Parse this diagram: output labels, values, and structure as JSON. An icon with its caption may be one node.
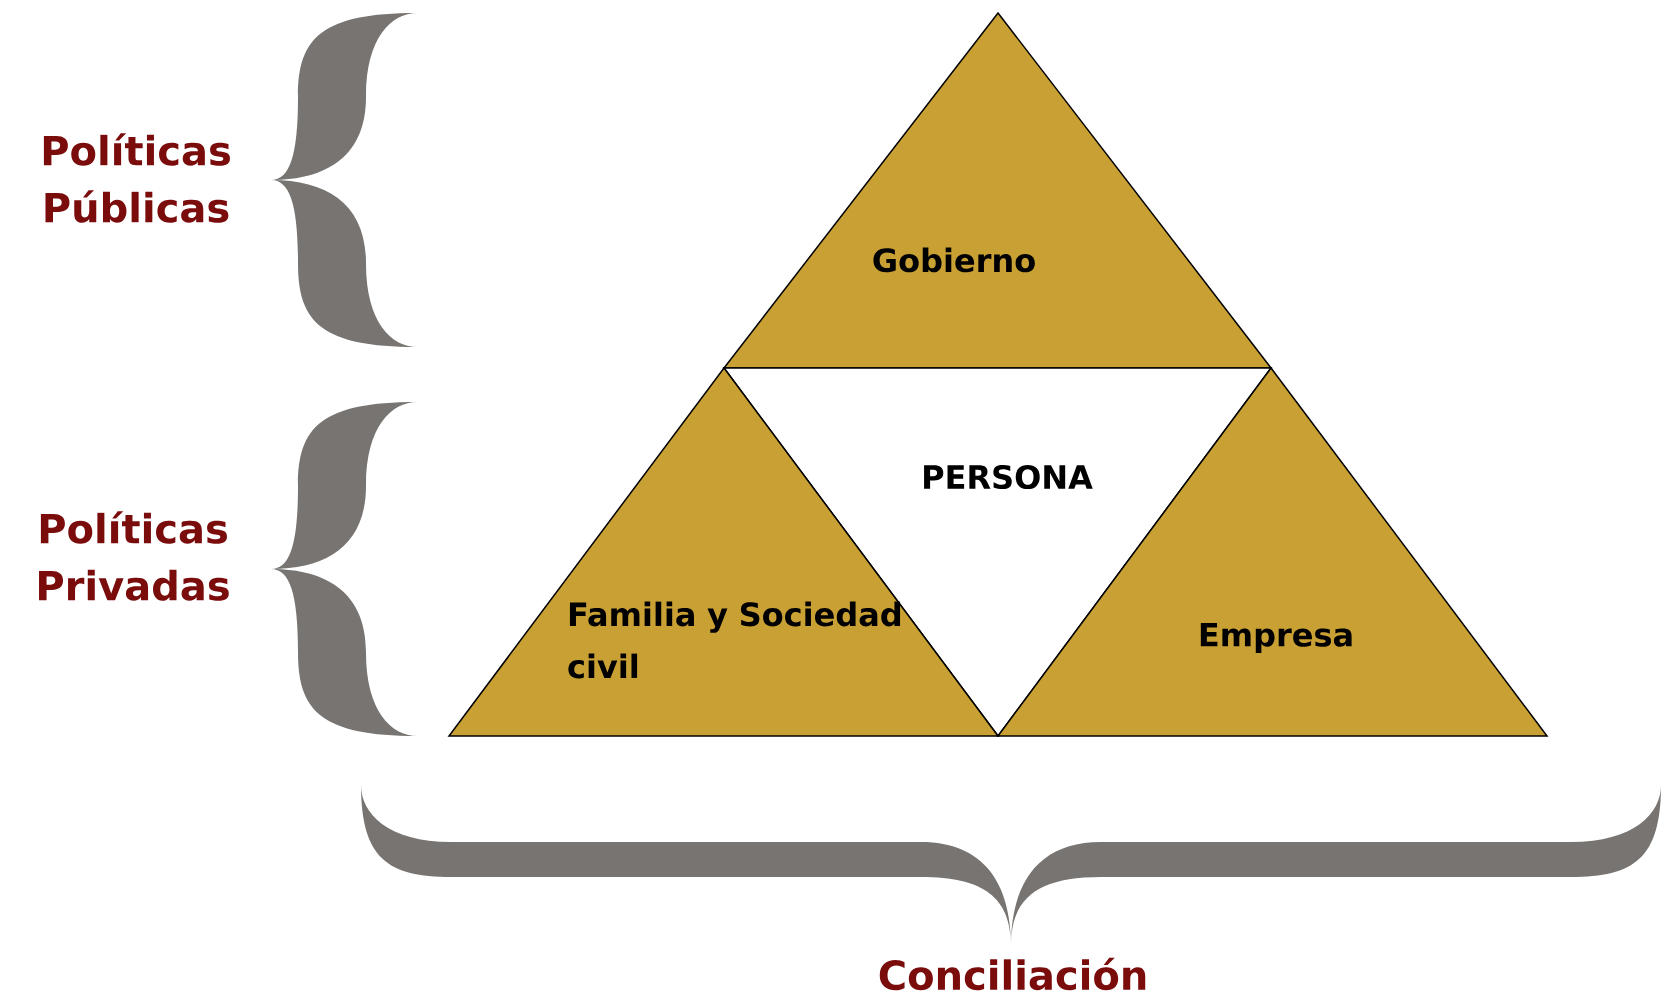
{
  "diagram": {
    "nodes": [
      {
        "text": [
          "Gobierno"
        ]
      },
      {
        "text": [
          "PERSONA"
        ]
      },
      {
        "text": [
          "Familia y Sociedad civil"
        ]
      },
      {
        "text": [
          "Empresa"
        ]
      }
    ],
    "labels": [
      "Políticas Públicas",
      "Políticas Privadas",
      "Conciliación"
    ]
  }
}
